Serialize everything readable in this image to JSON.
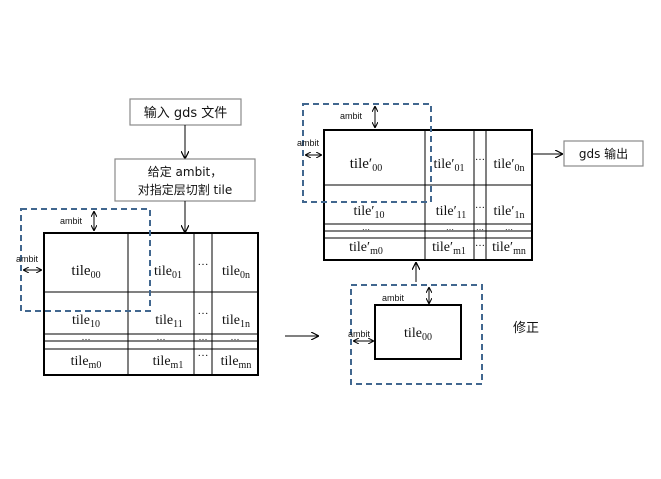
{
  "flow": {
    "input_label": "输入 gds 文件",
    "step_line1": "给定 ambit，",
    "step_line2": "对指定层切割 tile",
    "output_label": "gds 输出",
    "correct_label": "修正"
  },
  "ambit_label": "ambit",
  "left_grid": {
    "r0": {
      "c0": "tile",
      "s0": "00",
      "c1": "tile",
      "s1": "01",
      "c2": "…",
      "c3": "tile",
      "s3": "0n"
    },
    "r1": {
      "c0": "tile",
      "s0": "10",
      "c1": "tile",
      "s1": "11",
      "c2": "…",
      "c3": "tile",
      "s3": "1n"
    },
    "r2": {
      "c0": "…",
      "c1": "…",
      "c2": "…",
      "c3": "…"
    },
    "r3": {
      "c0": "tile",
      "s0": "m0",
      "c1": "tile",
      "s1": "m1",
      "c2": "…",
      "c3": "tile",
      "s3": "mn"
    }
  },
  "right_grid": {
    "r0": {
      "c0": "tile′",
      "s0": "00",
      "c1": "tile′",
      "s1": "01",
      "c2": "…",
      "c3": "tile′",
      "s3": "0n"
    },
    "r1": {
      "c0": "tile′",
      "s0": "10",
      "c1": "tile′",
      "s1": "11",
      "c2": "…",
      "c3": "tile′",
      "s3": "1n"
    },
    "r2": {
      "c0": "…",
      "c1": "…",
      "c2": "…",
      "c3": "…"
    },
    "r3": {
      "c0": "tile′",
      "s0": "m0",
      "c1": "tile′",
      "s1": "m1",
      "c2": "…",
      "c3": "tile′",
      "s3": "mn"
    }
  },
  "single_tile": {
    "label": "tile",
    "sub": "00"
  },
  "colors": {
    "dashed": "#41678f",
    "line": "#000000",
    "box_border": "#8a8a8a"
  }
}
